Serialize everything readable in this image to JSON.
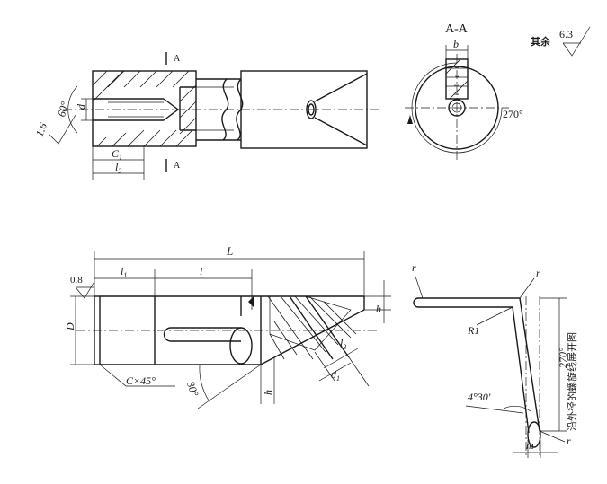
{
  "top_view": {
    "section_mark_top": "A",
    "section_mark_bottom": "A",
    "label_d": "d",
    "label_angle": "60°",
    "label_roughness": "1.6",
    "label_c1": "C",
    "label_c1_sub": "1",
    "label_l2": "l",
    "label_l2_sub": "2"
  },
  "section_view": {
    "title": "A-A",
    "label_b": "b",
    "label_angle": "270°",
    "slot_labels": [
      "t",
      "r",
      "l",
      "l"
    ]
  },
  "roughness_note": {
    "text": "其余",
    "value": "6.3"
  },
  "front_view": {
    "label_L": "L",
    "label_l1": "l",
    "label_l1_sub": "1",
    "label_l": "l",
    "label_roughness": "0.8",
    "label_D": "D",
    "label_chamfer": "C×45°",
    "label_angle": "30°",
    "label_h_right": "h",
    "label_h_bottom": "h",
    "label_l3": "l",
    "label_l3_sub": "3",
    "label_d1": "d",
    "label_d1_sub": "1"
  },
  "development_view": {
    "label_r_top_left": "r",
    "label_r_top_right": "r",
    "label_R1": "R1",
    "label_angle_270": "270°",
    "label_angle_430": "4°30′",
    "label_m": "m",
    "label_r_bottom": "r",
    "vertical_note": "沿外径的螺旋线展开图"
  }
}
